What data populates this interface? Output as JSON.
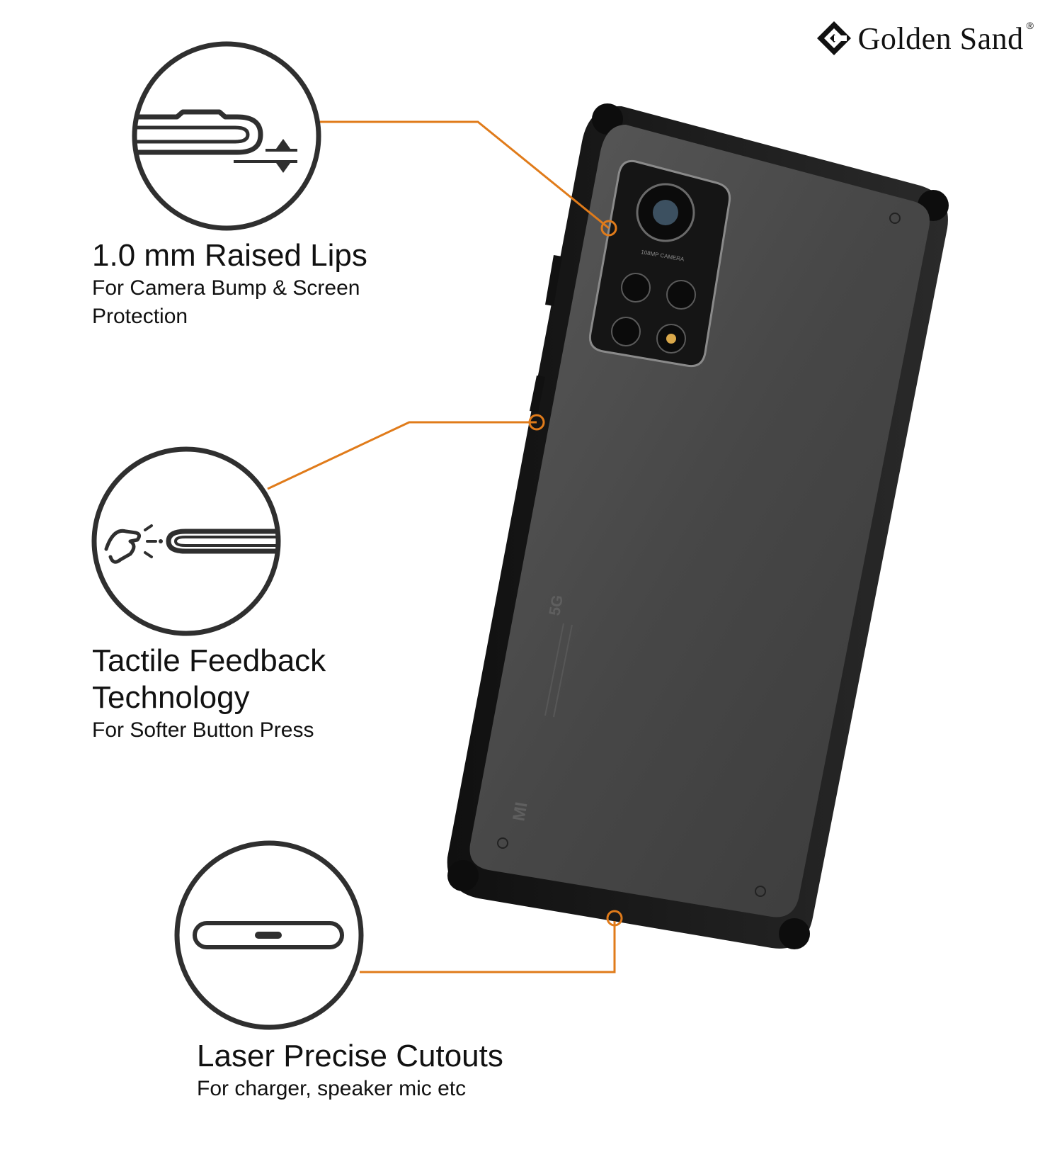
{
  "brand": {
    "name": "Golden Sand",
    "registered_mark": "®",
    "logo_icon": "golden-sand-logo-icon"
  },
  "features": [
    {
      "title": "1.0 mm Raised Lips",
      "subtitle": "For Camera Bump & Screen Protection",
      "icon": "raised-lip-cross-section-icon"
    },
    {
      "title": "Tactile Feedback Technology",
      "subtitle": "For Softer Button Press",
      "icon": "button-press-icon"
    },
    {
      "title": "Laser Precise Cutouts",
      "subtitle": "For charger, speaker mic etc",
      "icon": "charging-port-cutout-icon"
    }
  ],
  "phone": {
    "camera_text": "108MP CAMERA",
    "network_badge": "5G",
    "logo": "MI"
  },
  "colors": {
    "callout_line": "#E07B1A",
    "icon_stroke": "#2f2f2f",
    "case_bumper": "#1c1c1c",
    "case_back": "#4a4a4a"
  }
}
